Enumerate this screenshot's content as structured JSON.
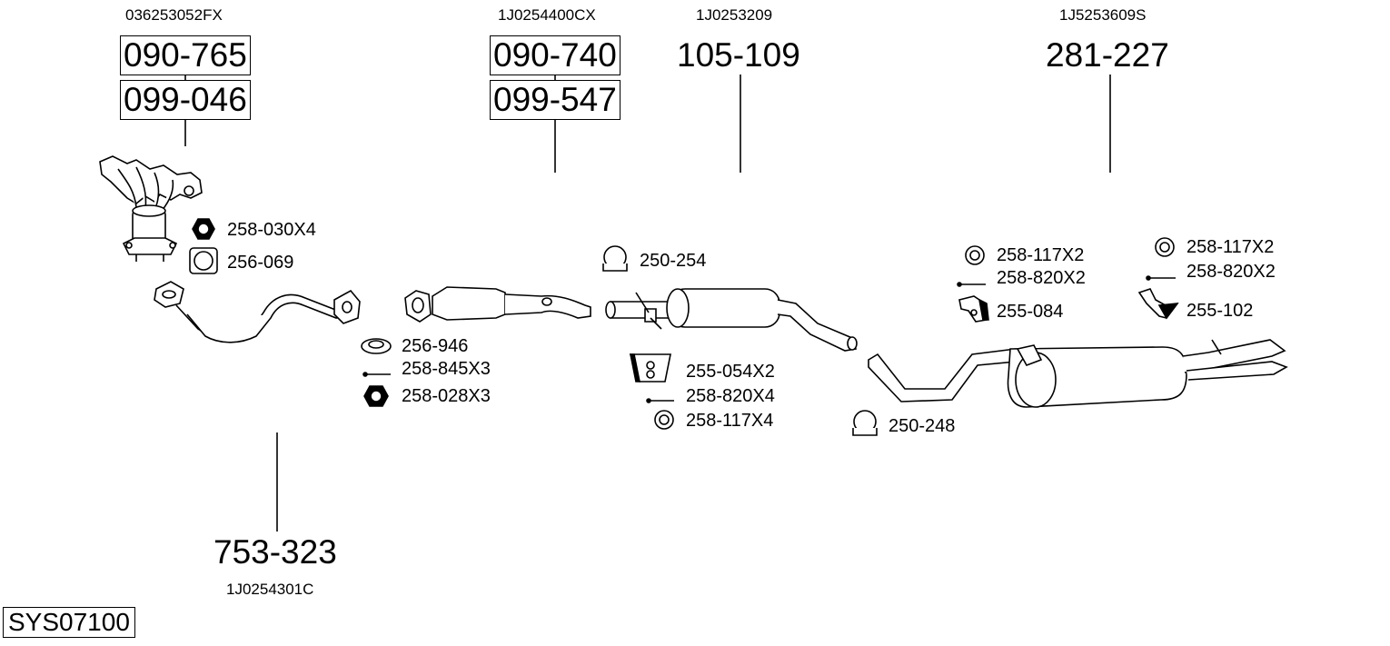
{
  "system_id": "SYS07100",
  "colors": {
    "line": "#000000",
    "background": "#ffffff"
  },
  "groups": [
    {
      "id": "manifold",
      "oem": "036253052FX",
      "parts": [
        "090-765",
        "099-046"
      ]
    },
    {
      "id": "catalyst",
      "oem": "1J0254400CX",
      "parts": [
        "090-740",
        "099-547"
      ]
    },
    {
      "id": "middle-silencer",
      "oem": "1J0253209",
      "parts": [
        "105-109"
      ]
    },
    {
      "id": "rear-silencer",
      "oem": "1J5253609S",
      "parts": [
        "281-227"
      ]
    },
    {
      "id": "front-pipe",
      "oem": "1J0254301C",
      "parts": [
        "753-323"
      ]
    }
  ],
  "accessories": {
    "manifold": [
      {
        "part": "258-030X4",
        "icon": "hex-nut-icon"
      },
      {
        "part": "256-069",
        "icon": "gasket-icon"
      }
    ],
    "front_pipe": [
      {
        "part": "256-946",
        "icon": "gasket-ring-icon"
      },
      {
        "part": "258-845X3",
        "icon": "bolt-icon"
      },
      {
        "part": "258-028X3",
        "icon": "hex-nut-icon"
      }
    ],
    "clamp_front": [
      {
        "part": "250-254",
        "icon": "clamp-icon"
      }
    ],
    "middle": [
      {
        "part": "255-054X2",
        "icon": "rubber-mount-icon"
      },
      {
        "part": "258-820X4",
        "icon": "bolt-icon"
      },
      {
        "part": "258-117X4",
        "icon": "washer-icon"
      }
    ],
    "clamp_rear": [
      {
        "part": "250-248",
        "icon": "clamp-icon"
      }
    ],
    "rear_left": [
      {
        "part": "258-117X2",
        "icon": "washer-icon"
      },
      {
        "part": "258-820X2",
        "icon": "bolt-icon"
      },
      {
        "part": "255-084",
        "icon": "rubber-hanger-icon"
      }
    ],
    "rear_right": [
      {
        "part": "258-117X2",
        "icon": "washer-icon"
      },
      {
        "part": "258-820X2",
        "icon": "bolt-icon"
      },
      {
        "part": "255-102",
        "icon": "bracket-icon"
      }
    ]
  }
}
